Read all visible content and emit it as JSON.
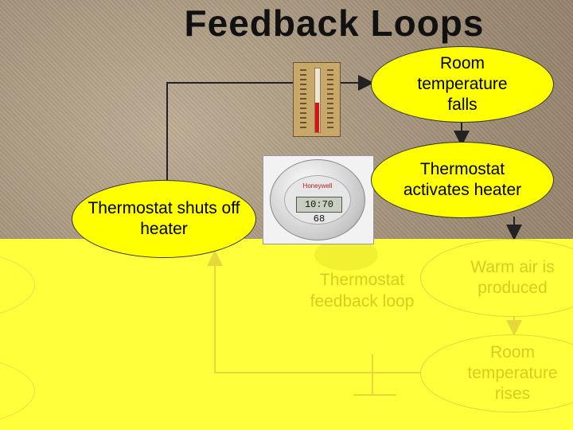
{
  "title": "Feedback Loops",
  "nodes": {
    "room_falls": "Room temperature falls",
    "thermostat_activates": "Thermostat activates heater",
    "thermostat_shuts": "Thermostat shuts off heater",
    "warm_air": "Warm air is produced",
    "room_rises": "Room temperature rises"
  },
  "caption": "Thermostat feedback loop",
  "thermostat_brand": "Honeywell",
  "thermostat_display": "10:70 68",
  "colors": {
    "node_fill": "#ffff00",
    "overlay": "#ffff3c",
    "connector": "#222222",
    "faded_connector": "#e6d83a",
    "mercury": "#e01010"
  }
}
